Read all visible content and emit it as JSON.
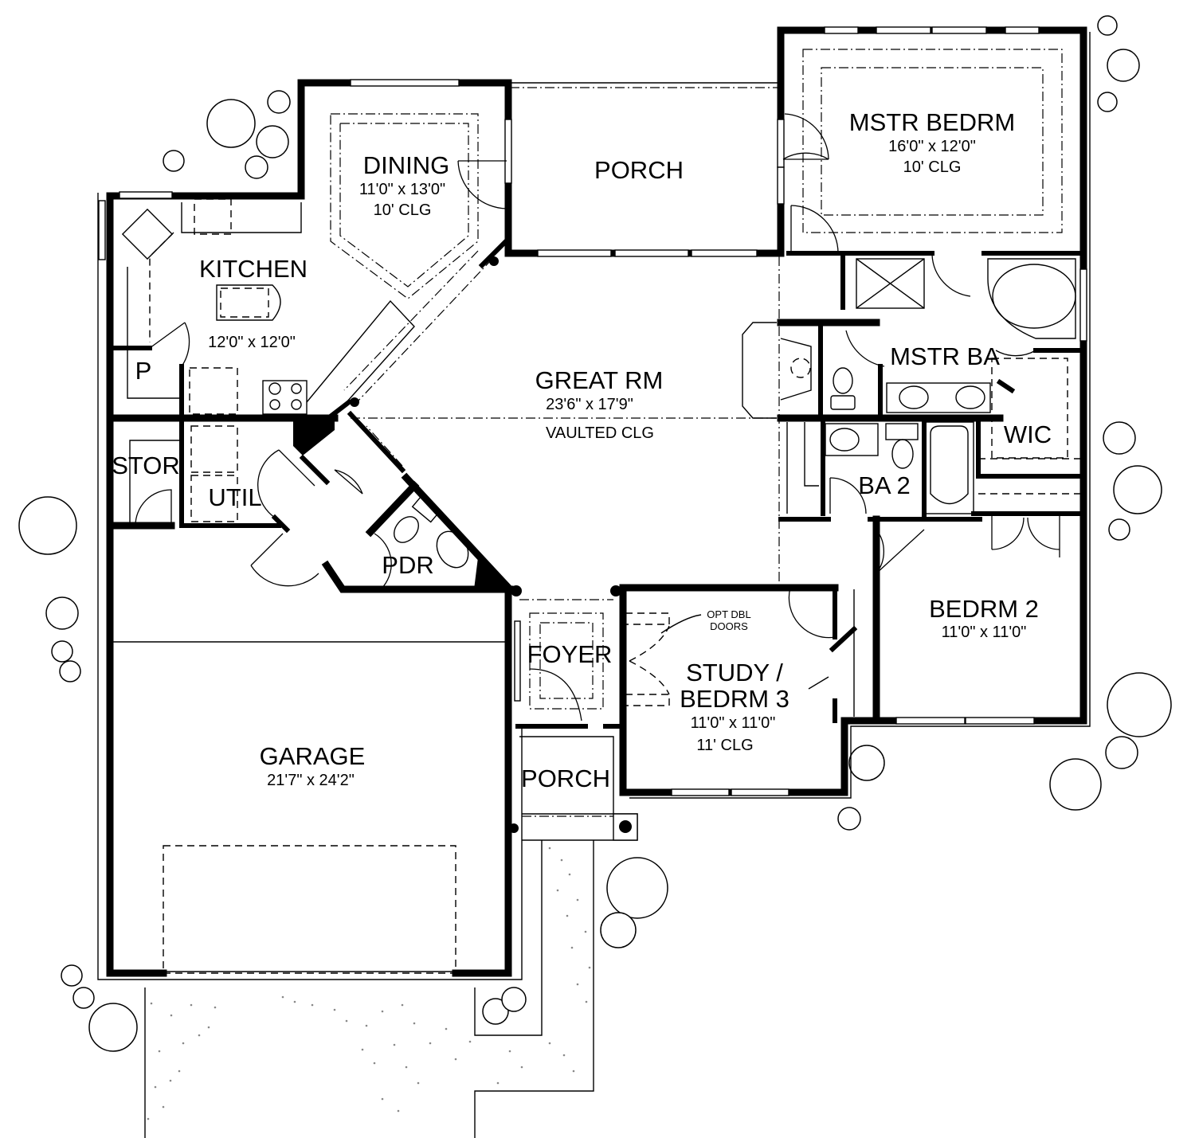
{
  "plan": {
    "rooms": {
      "mstr_bedrm": {
        "name": "MSTR BEDRM",
        "dims": "16'0\" x 12'0\"",
        "ceiling": "10' CLG"
      },
      "dining": {
        "name": "DINING",
        "dims": "11'0\" x 13'0\"",
        "ceiling": "10' CLG"
      },
      "porch_rear": {
        "name": "PORCH"
      },
      "kitchen": {
        "name": "KITCHEN",
        "dims": "12'0\" x 12'0\""
      },
      "pantry": {
        "name": "P"
      },
      "great_rm": {
        "name": "GREAT RM",
        "dims": "23'6\" x 17'9\"",
        "ceiling": "VAULTED CLG"
      },
      "mstr_ba": {
        "name": "MSTR BA"
      },
      "wic": {
        "name": "WIC"
      },
      "ba2": {
        "name": "BA 2"
      },
      "stor": {
        "name": "STOR"
      },
      "util": {
        "name": "UTIL"
      },
      "pdr": {
        "name": "PDR"
      },
      "bedrm2": {
        "name": "BEDRM 2",
        "dims": "11'0\" x 11'0\""
      },
      "foyer": {
        "name": "FOYER"
      },
      "study": {
        "name_line1": "STUDY /",
        "name_line2": "BEDRM 3",
        "dims": "11'0\" x 11'0\"",
        "ceiling": "11' CLG",
        "note_line1": "OPT DBL",
        "note_line2": "DOORS"
      },
      "garage": {
        "name": "GARAGE",
        "dims": "21'7\" x 24'2\""
      },
      "porch_front": {
        "name": "PORCH"
      }
    }
  }
}
